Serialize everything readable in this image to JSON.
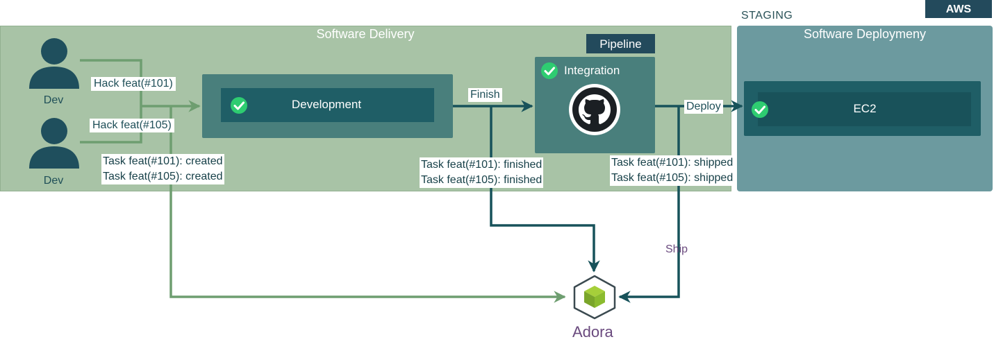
{
  "header": {
    "staging": "STAGING",
    "cloud": "AWS"
  },
  "delivery": {
    "title": "Software Delivery"
  },
  "deployment": {
    "title": "Software Deploymeny"
  },
  "devs": [
    {
      "label": "Dev"
    },
    {
      "label": "Dev"
    }
  ],
  "hacks": [
    "Hack  feat(#101)",
    "Hack  feat(#105)"
  ],
  "created_notes": [
    "Task feat(#101): created",
    "Task feat(#105): created"
  ],
  "development": {
    "label": "Development"
  },
  "finish": {
    "label": "Finish"
  },
  "finished_notes": [
    "Task feat(#101): finished",
    "Task feat(#105): finished"
  ],
  "pipeline": {
    "tag": "Pipeline",
    "stage": "Integration"
  },
  "deploy": {
    "label": "Deploy"
  },
  "shipped_notes": [
    "Task feat(#101): shipped",
    "Task feat(#105): shipped"
  ],
  "ec2": {
    "label": "EC2"
  },
  "ship": {
    "label": "Ship"
  },
  "adora": {
    "label": "Adora"
  },
  "colors": {
    "delivery_bg": "#a8c3a6",
    "deploy_bg": "#6c9a9f",
    "green_wire": "#6e9e70",
    "teal_wire": "#17525a",
    "check": "#2ecc71",
    "accent_purple": "#6a4a7e"
  },
  "icons": {
    "dev": "person-icon",
    "check": "check-circle-icon",
    "github": "github-icon",
    "adora": "cube-icon"
  }
}
